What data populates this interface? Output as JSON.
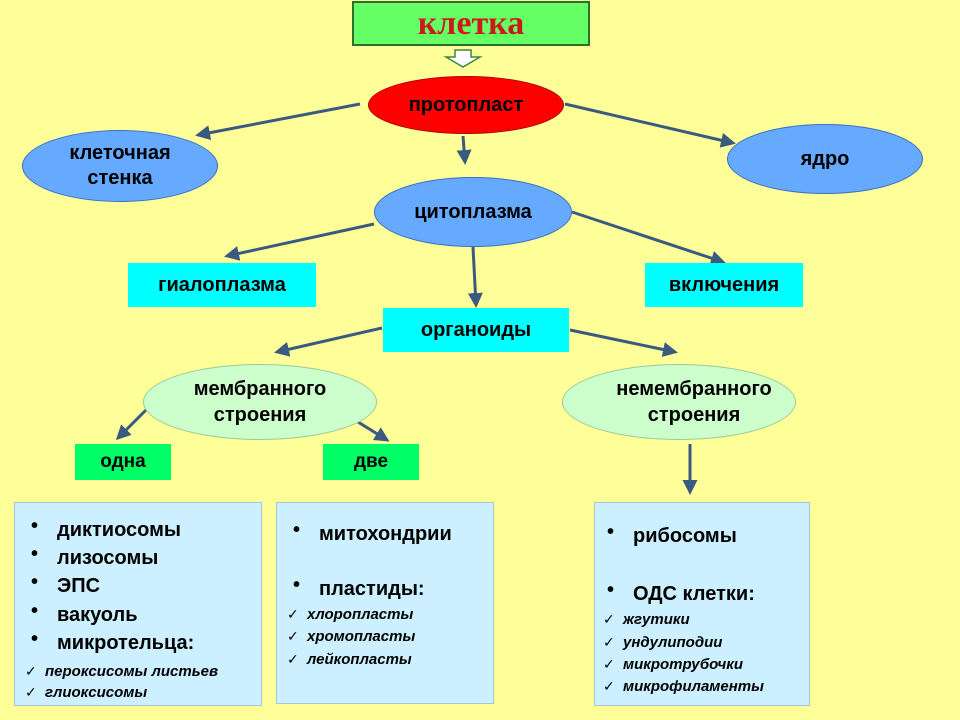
{
  "title": "клетка",
  "nodes": {
    "protoplast": "протопласт",
    "cell_wall_line1": "клеточная",
    "cell_wall_line2": "стенка",
    "nucleus": "ядро",
    "cytoplasm": "цитоплазма",
    "hyaloplasm": "гиалоплазма",
    "inclusions": "включения",
    "organoids": "органоиды",
    "membrane_line1": "мембранного",
    "membrane_line2": "строения",
    "nonmembrane_line1": "немембранного",
    "nonmembrane_line2": "строения",
    "one": "одна",
    "two": "две"
  },
  "lists": {
    "single_membrane": {
      "items": [
        "диктиосомы",
        "лизосомы",
        "ЭПС",
        "вакуоль",
        "микротельца:"
      ],
      "subitems": [
        "пероксисомы листьев",
        "глиоксисомы"
      ]
    },
    "double_membrane": {
      "item1": "митохондрии",
      "item2": "пластиды:",
      "subitems": [
        "хлоропласты",
        "хромопласты",
        "лейкопласты"
      ]
    },
    "non_membrane": {
      "item1": "рибосомы",
      "item2": "ОДС клетки:",
      "subitems": [
        "жгутики",
        "ундулиподии",
        "микротрубочки",
        "микрофиламенты"
      ]
    }
  },
  "colors": {
    "background": "#ffff99",
    "arrow": "#3a5a80",
    "title_text": "#cc1a1a"
  }
}
